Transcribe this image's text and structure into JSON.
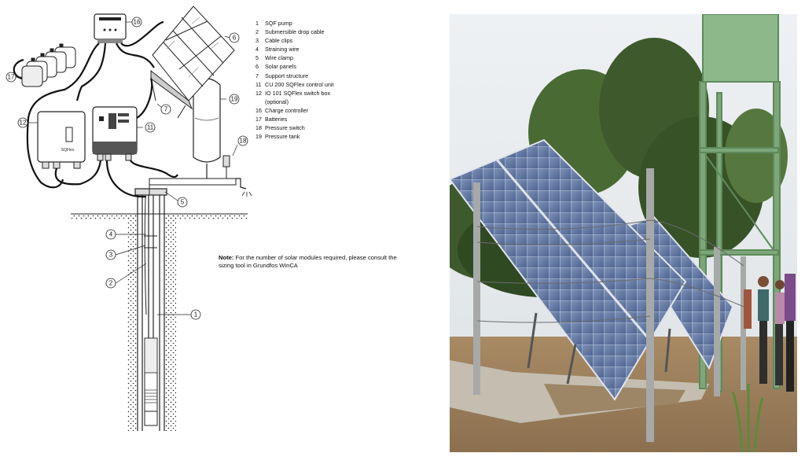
{
  "legend": [
    {
      "num": "1",
      "label": "SQF pump"
    },
    {
      "num": "2",
      "label": "Submersible drop cable"
    },
    {
      "num": "3",
      "label": "Cable clips"
    },
    {
      "num": "4",
      "label": "Straining wire"
    },
    {
      "num": "5",
      "label": "Wire clamp"
    },
    {
      "num": "6",
      "label": "Solar panels"
    },
    {
      "num": "7",
      "label": "Support structure"
    },
    {
      "num": "11",
      "label": "CU 200 SQFlex control unit"
    },
    {
      "num": "12",
      "label": "IO 101 SQFlex switch box",
      "sub": "(optional)"
    },
    {
      "num": "16",
      "label": "Charge controller"
    },
    {
      "num": "17",
      "label": "Batteries"
    },
    {
      "num": "18",
      "label": "Pressure switch"
    },
    {
      "num": "19",
      "label": "Pressure tank"
    }
  ],
  "note": {
    "prefix": "Note:",
    "text": "For the number of solar modules required, please consult the sizing tool in Grundfos WinCA"
  },
  "callouts": [
    "16",
    "6",
    "17",
    "7",
    "19",
    "12",
    "11",
    "18",
    "5",
    "4",
    "3",
    "2",
    "1"
  ],
  "device_text": {
    "switch_box_brand": "SQFlex"
  }
}
